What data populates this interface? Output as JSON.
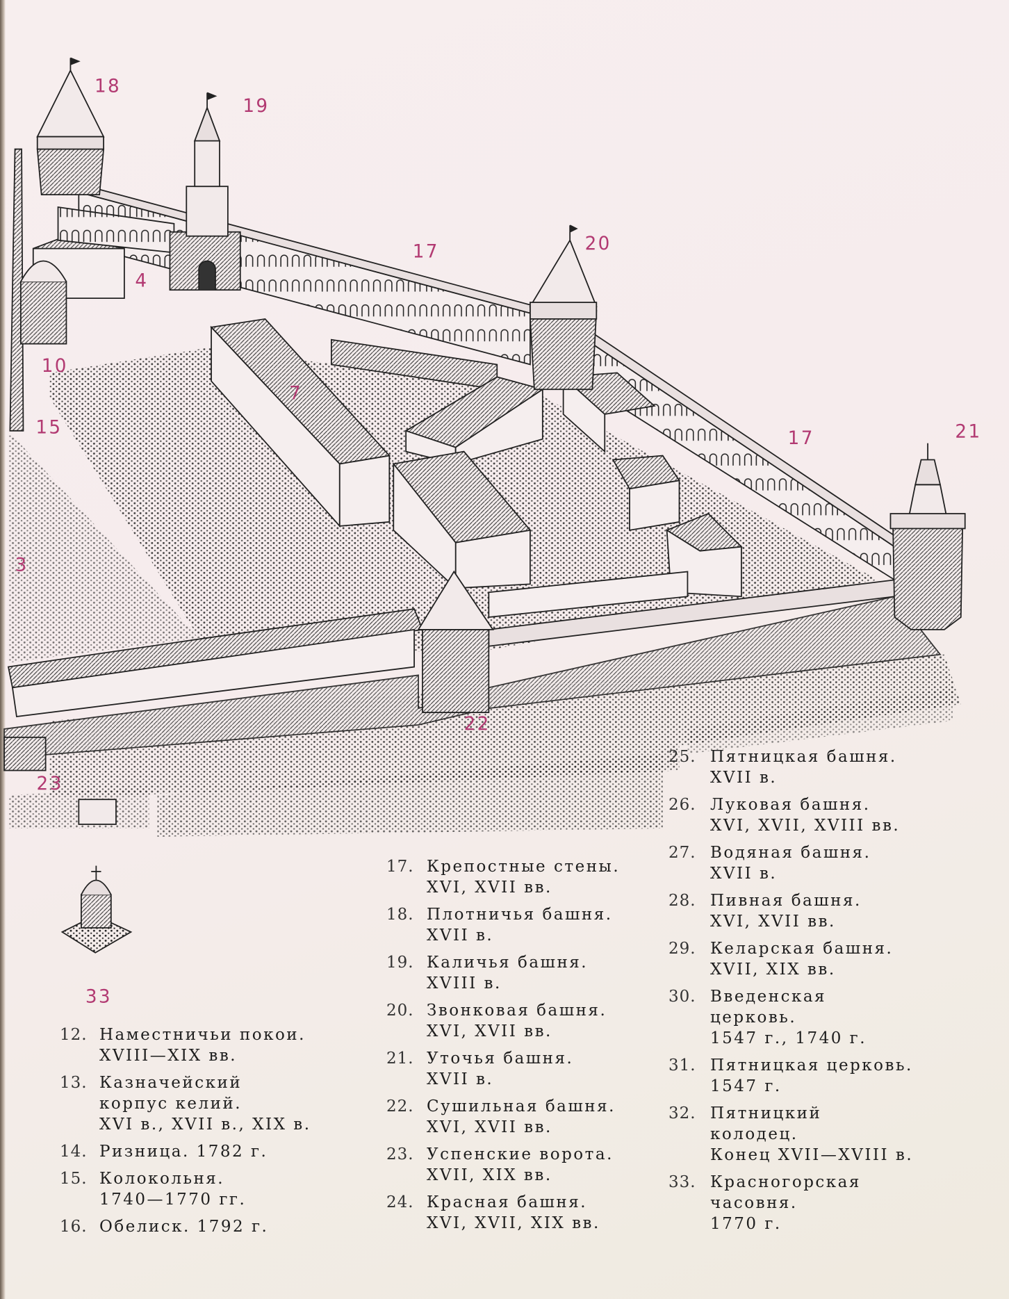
{
  "colors": {
    "label": "#b23a72",
    "ink": "#1e1e1e",
    "paper": "#f6eced"
  },
  "map_labels": {
    "l18": "18",
    "l19": "19",
    "l17a": "17",
    "l20": "20",
    "l4": "4",
    "l10": "10",
    "l7": "7",
    "l15": "15",
    "l17b": "17",
    "l21": "21",
    "l3": "3",
    "l22": "22",
    "l23": "23",
    "l33": "33"
  },
  "legend": {
    "columns": [
      {
        "entries": [
          {
            "num": "12.",
            "lines": [
              "Наместничьи покои.",
              "XVIII—XIX вв."
            ]
          },
          {
            "num": "13.",
            "lines": [
              "Казначейский",
              "корпус келий.",
              "XVI в., XVII в., XIX в."
            ]
          },
          {
            "num": "14.",
            "lines": [
              "Ризница. 1782 г."
            ]
          },
          {
            "num": "15.",
            "lines": [
              "Колокольня.",
              "1740—1770 гг."
            ]
          },
          {
            "num": "16.",
            "lines": [
              "Обелиск. 1792 г."
            ]
          }
        ]
      },
      {
        "entries": [
          {
            "num": "17.",
            "lines": [
              "Крепостные стены.",
              "XVI, XVII вв."
            ]
          },
          {
            "num": "18.",
            "lines": [
              "Плотничья башня.",
              "XVII в."
            ]
          },
          {
            "num": "19.",
            "lines": [
              "Каличья башня.",
              "XVIII в."
            ]
          },
          {
            "num": "20.",
            "lines": [
              "Звонковая башня.",
              "XVI, XVII вв."
            ]
          },
          {
            "num": "21.",
            "lines": [
              "Уточья башня.",
              "XVII в."
            ]
          },
          {
            "num": "22.",
            "lines": [
              "Сушильная башня.",
              "XVI, XVII вв."
            ]
          },
          {
            "num": "23.",
            "lines": [
              "Успенские ворота.",
              "XVII, XIX вв."
            ]
          },
          {
            "num": "24.",
            "lines": [
              "Красная башня.",
              "XVI, XVII, XIX вв."
            ]
          }
        ]
      },
      {
        "entries": [
          {
            "num": "25.",
            "lines": [
              "Пятницкая башня.",
              "XVII в."
            ]
          },
          {
            "num": "26.",
            "lines": [
              "Луковая башня.",
              "XVI, XVII, XVIII вв."
            ]
          },
          {
            "num": "27.",
            "lines": [
              "Водяная башня.",
              "XVII в."
            ]
          },
          {
            "num": "28.",
            "lines": [
              "Пивная башня.",
              "XVI, XVII вв."
            ]
          },
          {
            "num": "29.",
            "lines": [
              "Келарская башня.",
              "XVII, XIX вв."
            ]
          },
          {
            "num": "30.",
            "lines": [
              "Введенская",
              "церковь.",
              "1547 г., 1740 г."
            ]
          },
          {
            "num": "31.",
            "lines": [
              "Пятницкая церковь.",
              "1547 г."
            ]
          },
          {
            "num": "32.",
            "lines": [
              "Пятницкий",
              "колодец.",
              "Конец XVII—XVIII в."
            ]
          },
          {
            "num": "33.",
            "lines": [
              "Красногорская",
              "часовня.",
              "1770 г."
            ]
          }
        ]
      }
    ]
  }
}
